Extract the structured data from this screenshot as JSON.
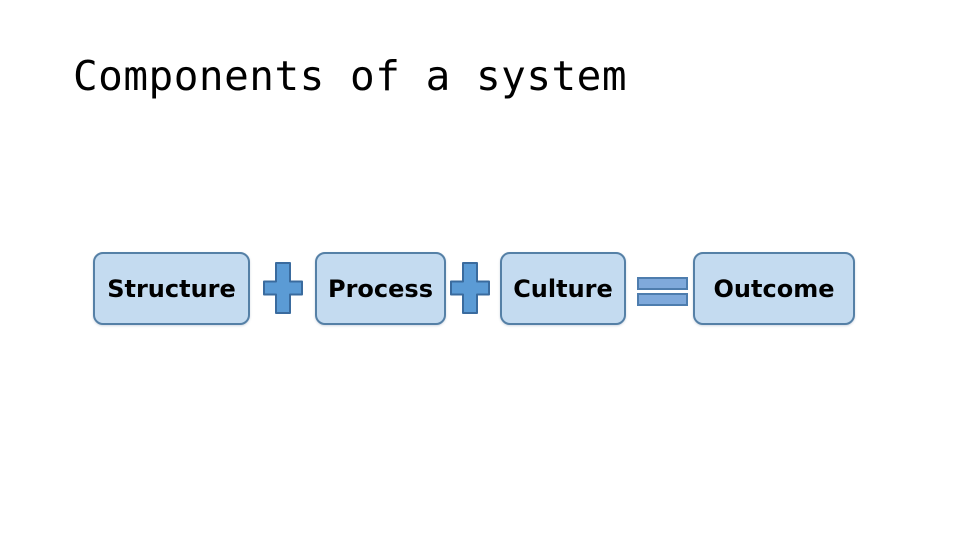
{
  "slide": {
    "title": "Components of a system",
    "background_color": "#FFFFFF",
    "title_color": "#000000"
  },
  "diagram": {
    "boxes": [
      {
        "id": "structure",
        "label": "Structure"
      },
      {
        "id": "process",
        "label": "Process"
      },
      {
        "id": "culture",
        "label": "Culture"
      },
      {
        "id": "outcome",
        "label": "Outcome"
      }
    ],
    "operators": [
      {
        "id": "plus-1",
        "type": "plus",
        "symbol": "+"
      },
      {
        "id": "plus-2",
        "type": "plus",
        "symbol": "+"
      },
      {
        "id": "equals-1",
        "type": "equals",
        "symbol": "="
      }
    ],
    "colors": {
      "box_fill": "#C4DBF0",
      "box_border": "#5580A6",
      "box_text": "#000000",
      "plus_fill": "#5B9BD5",
      "plus_border": "#3A6B9E",
      "equals_fill": "#7FA9DB",
      "equals_border": "#4E7DAE"
    }
  }
}
